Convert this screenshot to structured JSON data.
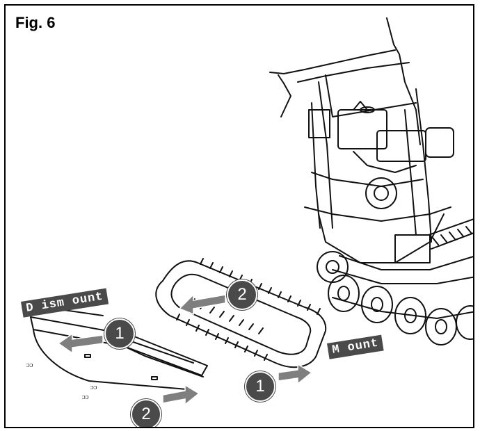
{
  "figure": {
    "title": "Fig. 6"
  },
  "labels": {
    "dismount": "D ism ount",
    "mount": "M ount"
  },
  "steps": {
    "dismount_step1": "1",
    "dismount_step2": "2",
    "mount_step1": "1",
    "mount_step2": "2"
  },
  "colors": {
    "callout_fill": "#4a4a4a",
    "arrow_fill": "#7f7f7f",
    "line_art": "#111111"
  }
}
